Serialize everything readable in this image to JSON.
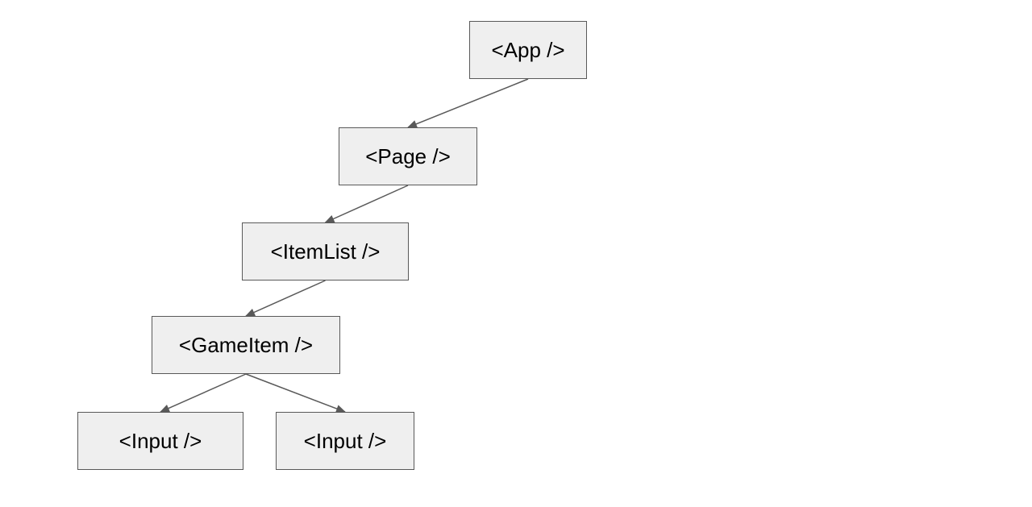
{
  "diagram": {
    "type": "component-tree",
    "colors": {
      "node_fill": "#efefef",
      "node_border": "#595959",
      "edge": "#595959",
      "text": "#000000"
    },
    "nodes": [
      {
        "id": "app",
        "label": "<App />"
      },
      {
        "id": "page",
        "label": "<Page />"
      },
      {
        "id": "itemlist",
        "label": "<ItemList />"
      },
      {
        "id": "gameitem",
        "label": "<GameItem />"
      },
      {
        "id": "input1",
        "label": "<Input />"
      },
      {
        "id": "input2",
        "label": "<Input />"
      }
    ],
    "edges": [
      {
        "from": "app",
        "to": "page"
      },
      {
        "from": "page",
        "to": "itemlist"
      },
      {
        "from": "itemlist",
        "to": "gameitem"
      },
      {
        "from": "gameitem",
        "to": "input1"
      },
      {
        "from": "gameitem",
        "to": "input2"
      }
    ]
  }
}
